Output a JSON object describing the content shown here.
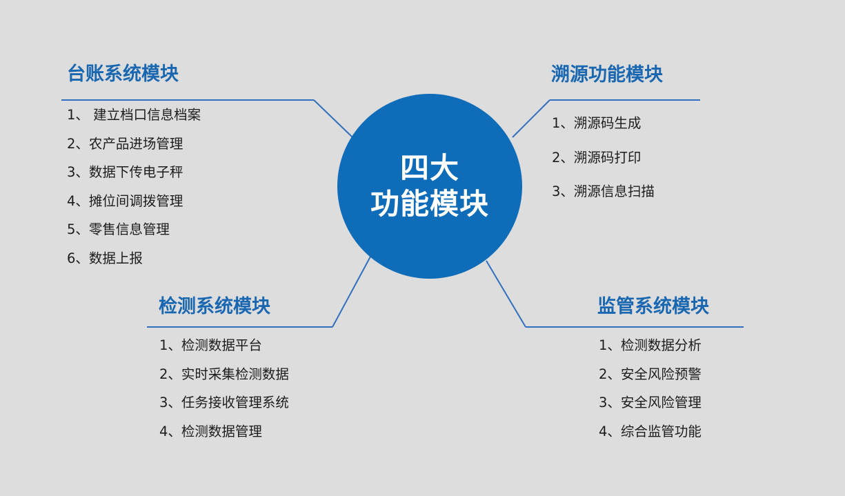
{
  "center": {
    "line1": "四大",
    "line2": "功能模块"
  },
  "modules": {
    "ledger": {
      "title": "台账系统模块",
      "items": [
        "1、 建立档口信息档案",
        "2、农产品进场管理",
        "3、数据下传电子秤",
        "4、摊位间调拨管理",
        "5、零售信息管理",
        "6、数据上报"
      ]
    },
    "trace": {
      "title": "溯源功能模块",
      "items": [
        "1、溯源码生成",
        "2、溯源码打印",
        "3、溯源信息扫描"
      ]
    },
    "detect": {
      "title": "检测系统模块",
      "items": [
        "1、检测数据平台",
        "2、实时采集检测数据",
        "3、任务接收管理系统",
        "4、检测数据管理"
      ]
    },
    "monitor": {
      "title": "监管系统模块",
      "items": [
        "1、检测数据分析",
        "2、安全风险预警",
        "3、安全风险管理",
        "4、综合监管功能"
      ]
    }
  },
  "colors": {
    "background": "#dddddd",
    "circle": "#0f6cb8",
    "title": "#1a67b1",
    "connector": "#2f6fbd",
    "text": "#1c1c1c"
  }
}
